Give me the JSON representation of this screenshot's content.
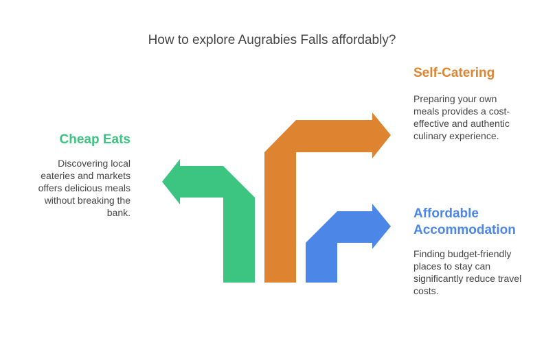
{
  "title": "How to explore Augrabies Falls affordably?",
  "colors": {
    "green": "#3cc481",
    "orange": "#de8431",
    "blue": "#4c87e8",
    "text": "#444444"
  },
  "items": {
    "cheap_eats": {
      "heading": "Cheap Eats",
      "description": "Discovering local eateries and markets offers delicious meals without breaking the bank."
    },
    "self_catering": {
      "heading": "Self-Catering",
      "description": "Preparing your own meals provides a cost-effective and authentic culinary experience."
    },
    "affordable_accommodation": {
      "heading": "Affordable Accommodation",
      "description": "Finding budget-friendly places to stay can significantly reduce travel costs."
    }
  }
}
